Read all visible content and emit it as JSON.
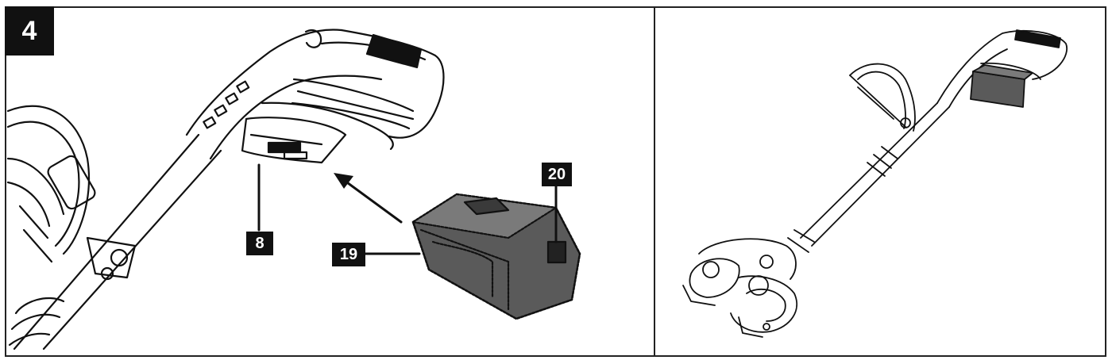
{
  "figure": {
    "number": "4"
  },
  "callouts": {
    "battery_slot": "8",
    "battery_pack": "19",
    "release_button": "20"
  },
  "colors": {
    "ink": "#111111",
    "battery_fill": "#5a5a5a"
  }
}
